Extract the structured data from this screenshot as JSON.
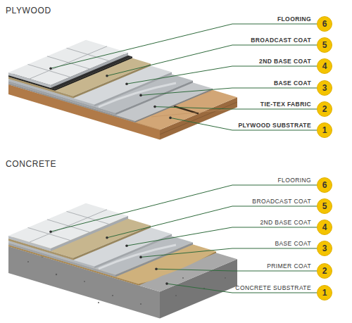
{
  "diagram": {
    "nodes": [
      {
        "text": [
          "6"
        ]
      },
      {
        "text": [
          "5"
        ]
      },
      {
        "text": [
          "4"
        ]
      },
      {
        "text": [
          "3"
        ]
      },
      {
        "text": [
          "2"
        ]
      },
      {
        "text": [
          "1"
        ]
      },
      {
        "text": [
          "6"
        ]
      },
      {
        "text": [
          "5"
        ]
      },
      {
        "text": [
          "4"
        ]
      },
      {
        "text": [
          "3"
        ]
      },
      {
        "text": [
          "2"
        ]
      },
      {
        "text": [
          "1"
        ]
      }
    ],
    "labels": [
      "PLYWOOD",
      "FLOORING",
      "BROADCAST COAT",
      "2ND BASE COAT",
      "BASE COAT",
      "TIE-TEX FABRIC",
      "PLYWOOD SUBSTRATE",
      "CONCRETE",
      "FLOORING",
      "BROADCAST COAT",
      "2ND BASE COAT",
      "BASE COAT",
      "PRIMER COAT",
      "CONCRETE SUBSTRATE"
    ]
  }
}
